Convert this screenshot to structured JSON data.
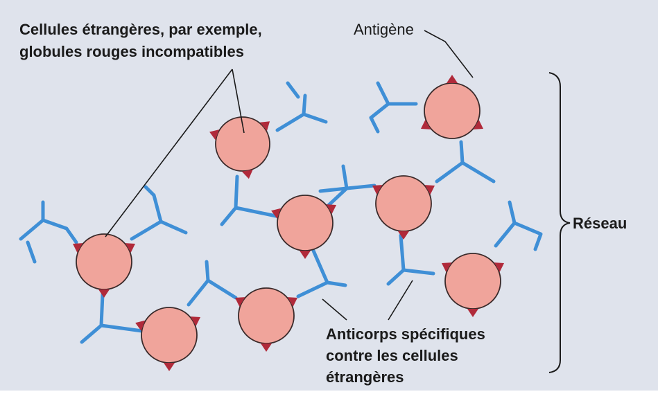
{
  "labels": {
    "foreign_cells_line1": "Cellules étrangères, par exemple,",
    "foreign_cells_line2": "globules rouges incompatibles",
    "antigen": "Antigène",
    "network": "Réseau",
    "antibodies_line1": "Anticorps spécifiques",
    "antibodies_line2": "contre les cellules",
    "antibodies_line3": "étrangères"
  },
  "colors": {
    "background": "#dfe3ec",
    "cell_fill": "#f0a49b",
    "cell_stroke": "#3a2a2a",
    "antibody": "#3f8fd6",
    "antigen": "#b02a3a",
    "text": "#1a1a1a"
  },
  "cells": [
    {
      "id": "c1",
      "antigens": [
        210,
        330,
        90
      ]
    },
    {
      "id": "c2",
      "antigens": [
        200,
        320,
        80
      ]
    },
    {
      "id": "c3",
      "antigens": [
        200,
        330,
        90
      ]
    },
    {
      "id": "c4",
      "antigens": [
        210,
        330,
        90
      ]
    },
    {
      "id": "c5",
      "antigens": [
        30,
        150,
        270
      ]
    },
    {
      "id": "c6",
      "antigens": [
        200,
        330,
        90
      ]
    },
    {
      "id": "c7",
      "antigens": [
        210,
        330,
        90
      ]
    },
    {
      "id": "c8",
      "antigens": [
        210,
        330,
        90
      ]
    }
  ]
}
